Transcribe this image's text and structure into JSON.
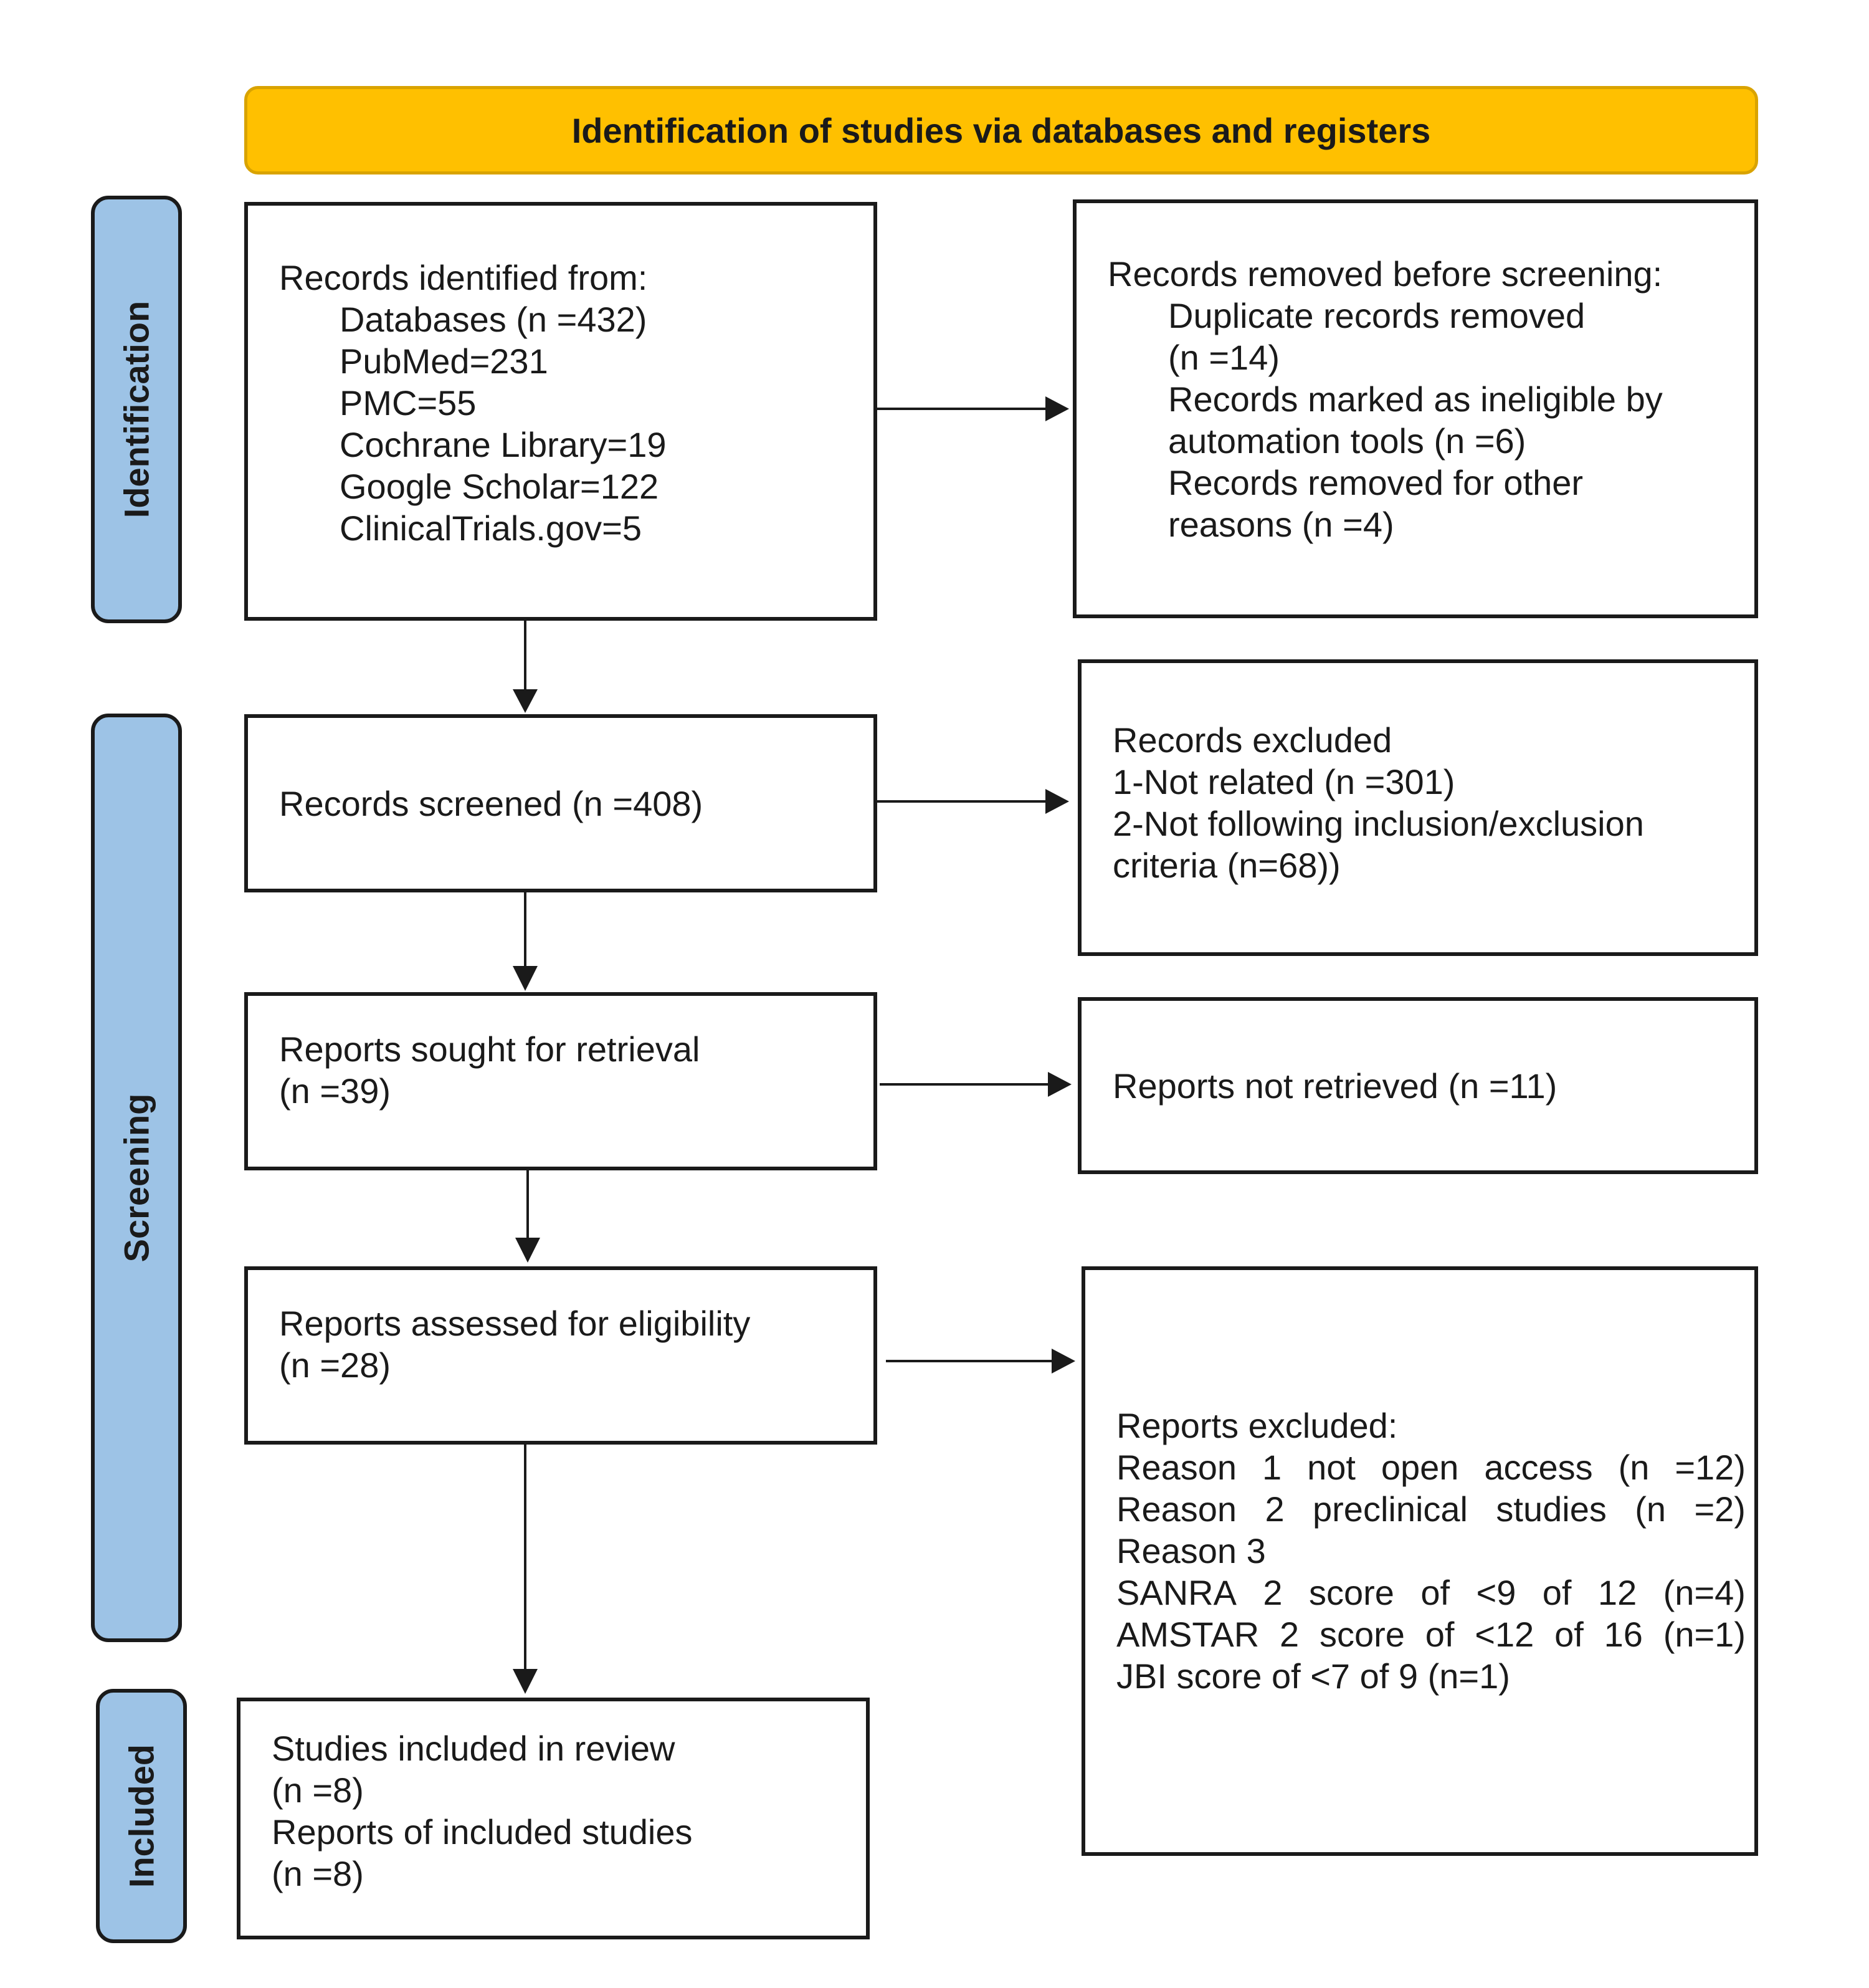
{
  "header": {
    "title": "Identification of studies via databases and registers"
  },
  "phases": {
    "identification": "Identification",
    "screening": "Screening",
    "included": "Included"
  },
  "identified": {
    "title": "Records identified from:",
    "items": [
      "Databases (n =432)",
      "PubMed=231",
      "PMC=55",
      "Cochrane Library=19",
      "Google Scholar=122",
      "ClinicalTrials.gov=5"
    ]
  },
  "removed": {
    "title": "Records removed before screening:",
    "lines": [
      "Duplicate records removed",
      "(n =14)",
      "Records marked as ineligible by",
      "automation tools (n =6)",
      "Records removed for other",
      "reasons (n =4)"
    ]
  },
  "screened": {
    "text": "Records screened (n =408)"
  },
  "excluded": {
    "lines": [
      "Records excluded",
      "1-Not related (n =301)",
      "2-Not following inclusion/exclusion",
      "criteria (n=68))"
    ]
  },
  "sought": {
    "lines": [
      "Reports sought for retrieval",
      "(n =39)"
    ]
  },
  "not_retrieved": {
    "text": "Reports not retrieved (n =11)"
  },
  "assessed": {
    "lines": [
      "Reports assessed for eligibility",
      "(n =28)"
    ]
  },
  "reports_excluded": {
    "title": "Reports excluded:",
    "reason1": [
      "Reason",
      "1",
      "not",
      "open",
      "access",
      "(n",
      "=12)"
    ],
    "reason2": [
      "Reason",
      "2",
      "preclinical",
      "studies",
      "(n",
      "=2)"
    ],
    "reason3": "Reason 3",
    "sanra": [
      "SANRA",
      "2",
      "score",
      "of",
      "<9",
      "of",
      "12",
      "(n=4)"
    ],
    "amstar": [
      "AMSTAR",
      "2",
      "score",
      "of",
      "<12",
      "of",
      "16",
      "(n=1)"
    ],
    "jbi": "JBI score of <7 of 9 (n=1)"
  },
  "included": {
    "lines": [
      "Studies included in review",
      "(n =8)",
      "Reports of included studies",
      "(n =8)"
    ]
  }
}
